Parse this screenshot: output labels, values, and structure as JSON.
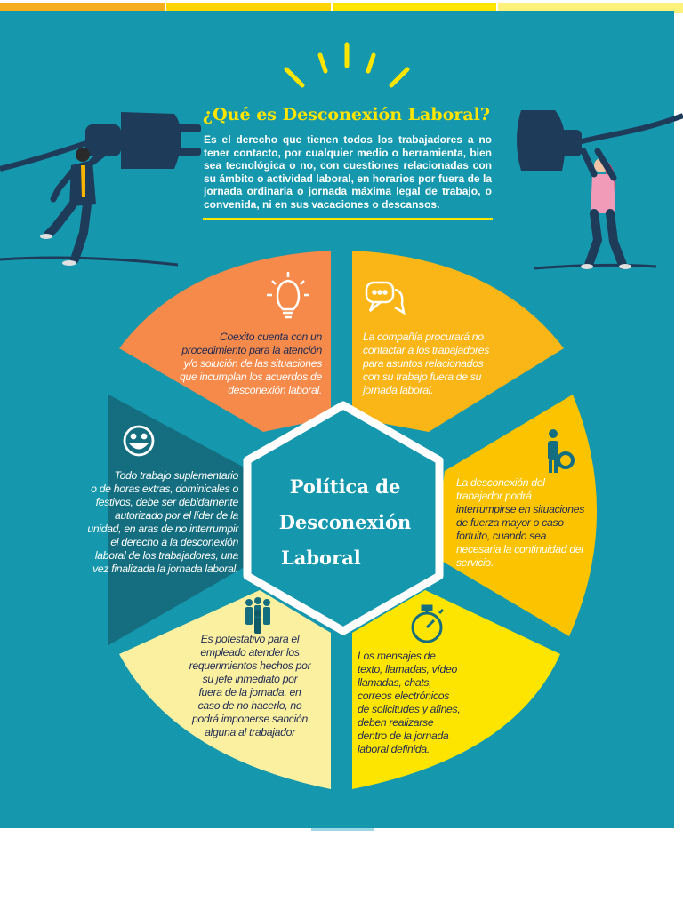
{
  "colors": {
    "background": "#1597ad",
    "title_yellow": "#ffe500",
    "orange": "#f58a4a",
    "amber": "#fab516",
    "gold": "#fcc400",
    "yellow": "#fde500",
    "pale_yellow": "#faf0a0",
    "dark_teal": "#146e80",
    "navy": "#1f3b5a"
  },
  "header": {
    "title": "¿Qué es Desconexión Laboral?",
    "intro_text": "Es el derecho que tienen todos los trabajadores a no tener contacto, por cualquier medio o herramienta, bien sea tecnológica o no, con cuestiones relacionadas con su ámbito o actividad laboral, en horarios por fuera de la jornada ordinaria o jornada máxima legal de trabajo, o convenida, ni en sus vacaciones o descansos."
  },
  "center": {
    "line1": "Política de",
    "line2": "Desconexión",
    "line3": "Laboral"
  },
  "segments": {
    "top_left": {
      "icon": "lightbulb-icon",
      "line1": "Coexito cuenta con un",
      "line2": "procedimiento para la atención",
      "line3": "y/o solución de las situaciones",
      "line4": "que incumplan los acuerdos de",
      "line5": "desconexión laboral."
    },
    "top_right": {
      "icon": "chat-bubbles-icon",
      "line1": "La compañía procurará no",
      "line2": "contactar a los trabajadores",
      "line3": "para asuntos relacionados",
      "line4": "con su trabajo fuera de su",
      "line5": "jornada laboral."
    },
    "right": {
      "icon": "person-gear-icon",
      "line1": "La desconexión del",
      "line2": "trabajador podrá",
      "line3": "interrumpirse en situaciones",
      "line4": "de fuerza mayor o caso",
      "line5": "fortuito, cuando sea",
      "line6": "necesaria la continuidad del",
      "line7": "servicio."
    },
    "bottom_right": {
      "icon": "stopwatch-icon",
      "line1": "Los mensajes de",
      "line2": "texto, llamadas, vídeo",
      "line3": "llamadas, chats,",
      "line4": "correos electrónicos",
      "line5": "de solicitudes y afines,",
      "line6": "deben realizarse",
      "line7": "dentro de la jornada",
      "line8": "laboral definida."
    },
    "bottom_left": {
      "icon": "group-people-icon",
      "line1": "Es potestativo para el",
      "line2": "empleado atender los",
      "line3": "requerimientos hechos por",
      "line4": "su jefe inmediato por",
      "line5": "fuera de la jornada, en",
      "line6": "caso de no hacerlo, no",
      "line7": "podrá imponerse sanción",
      "line8": "alguna al trabajador"
    },
    "left": {
      "icon": "smiley-face-icon",
      "line1": "Todo trabajo suplementario",
      "line2": "o de horas extras, dominicales o",
      "line3": "festivos, debe ser debidamente",
      "line4": "autorizado por el líder de la",
      "line5": "unidad, en aras de no interrumpir",
      "line6": "el derecho a la desconexión",
      "line7": "laboral de los trabajadores, una",
      "line8": "vez finalizada la jornada laboral."
    }
  }
}
